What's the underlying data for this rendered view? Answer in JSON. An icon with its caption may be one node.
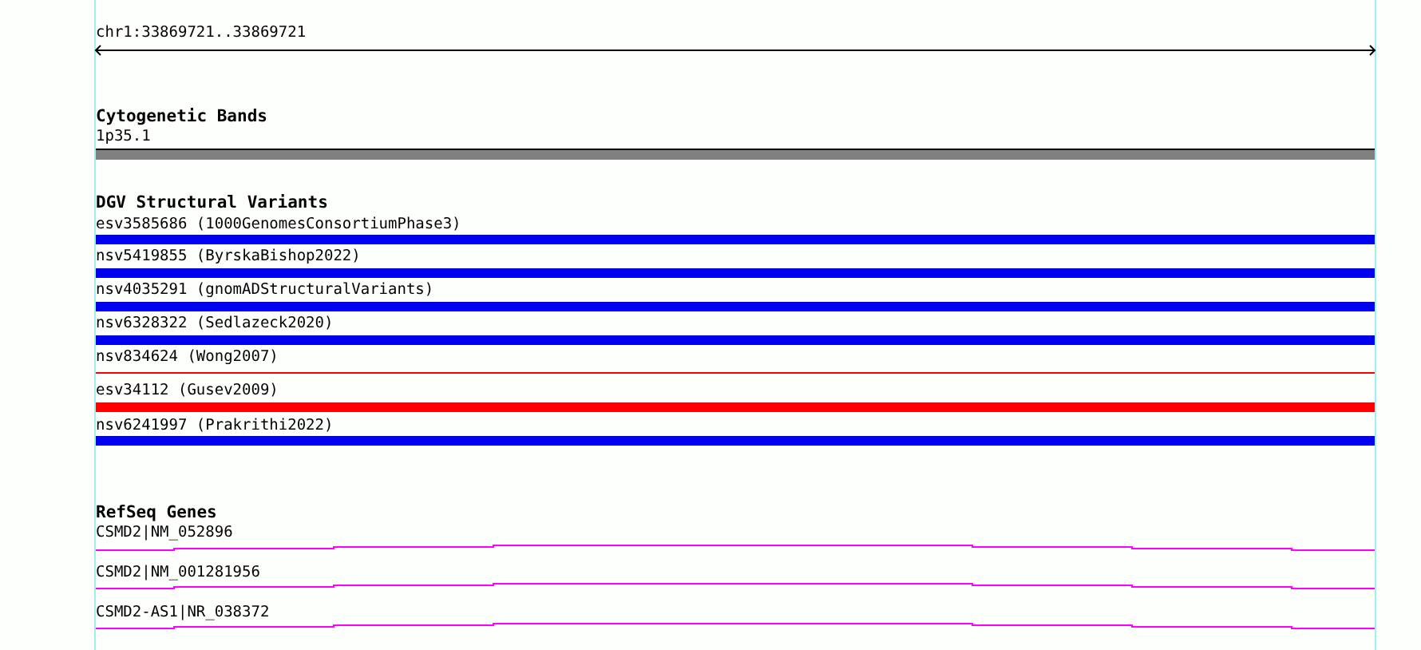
{
  "diagram": {
    "labels": [
      "chr1:33869721..33869721",
      "Cytogenetic Bands",
      "1p35.1",
      "DGV Structural Variants",
      "esv3585686 (1000GenomesConsortiumPhase3)",
      "nsv5419855 (ByrskaBishop2022)",
      "nsv4035291 (gnomADStructuralVariants)",
      "nsv6328322 (Sedlazeck2020)",
      "nsv834624 (Wong2007)",
      "esv34112 (Gusev2009)",
      "nsv6241997 (Prakrithi2022)",
      "RefSeq Genes",
      "CSMD2|NM_052896",
      "CSMD2|NM_001281956",
      "CSMD2-AS1|NR_038372"
    ]
  }
}
